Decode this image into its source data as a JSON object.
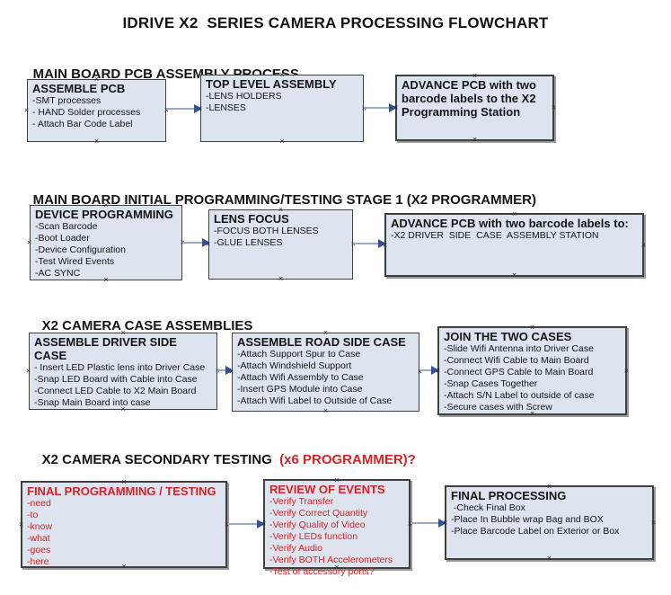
{
  "title": "IDRIVE X2  SERIES CAMERA PROCESSING FLOWCHART",
  "anchor_glyph": "×",
  "colors": {
    "box_fill": "#dde4f0",
    "box_border": "#3f3f3f",
    "arrow_line": "#95abc9",
    "arrow_head": "#31519b",
    "red": "#cf2525",
    "black": "#141414",
    "shadow": "#999999"
  },
  "sections": [
    {
      "heading": "MAIN BOARD PCB ASSEMBLY PROCESS",
      "boxes": [
        {
          "title": "ASSEMBLE PCB",
          "lines": [
            "-SMT processes",
            "- HAND Solder processes",
            "- Attach Bar Code Label"
          ]
        },
        {
          "title": "TOP LEVEL ASSEMBLY",
          "lines": [
            "-LENS HOLDERS",
            "-LENSES"
          ]
        },
        {
          "title": "ADVANCE PCB with two barcode labels to the X2 Programming Station",
          "lines": []
        }
      ]
    },
    {
      "heading": "MAIN BOARD INITIAL PROGRAMMING/TESTING STAGE 1 (X2 PROGRAMMER)",
      "boxes": [
        {
          "title": "DEVICE PROGRAMMING",
          "lines": [
            "-Scan Barcode",
            "-Boot Loader",
            "-Device Configuration",
            "-Test Wired Events",
            "-AC SYNC"
          ]
        },
        {
          "title": "LENS FOCUS",
          "lines": [
            "-FOCUS BOTH LENSES",
            "-GLUE LENSES"
          ]
        },
        {
          "title": "ADVANCE PCB with two barcode labels to:",
          "lines": [
            "-X2 DRIVER  SIDE  CASE  ASSEMBLY STATION"
          ]
        }
      ]
    },
    {
      "heading": "X2 CAMERA CASE ASSEMBLIES",
      "boxes": [
        {
          "title": "ASSEMBLE DRIVER SIDE CASE",
          "lines": [
            "- Insert LED Plastic lens into Driver Case",
            "-Snap LED Board with Cable into Case",
            "-Connect LED Cable to X2 Main Board",
            "-Snap Main Board into case"
          ]
        },
        {
          "title": "ASSEMBLE ROAD SIDE CASE",
          "lines": [
            "-Attach Support Spur to Case",
            "-Attach Windshield Support",
            "-Attach Wifi Assembly to Case",
            "-Insert GPS Module into Case",
            "-Attach Wifi Label to Outside of Case"
          ]
        },
        {
          "title": "JOIN THE TWO CASES",
          "lines": [
            "-Slide Wifi Antenna into Driver Case",
            "-Connect Wifi Cable to Main Board",
            "-Connect GPS Cable to Main Board",
            "-Snap Cases Together",
            "-Attach S/N Label to outside of case",
            "-Secure cases with Screw"
          ]
        }
      ]
    },
    {
      "heading": "X2 CAMERA SECONDARY TESTING ",
      "heading_red": " (x6 PROGRAMMER)?",
      "boxes": [
        {
          "title": "FINAL PROGRAMMING / TESTING",
          "lines": [
            "-need",
            "-to",
            "-know",
            "-what",
            "-goes",
            "-here"
          ]
        },
        {
          "title": "REVIEW OF EVENTS",
          "lines": [
            "-Verify Transfer",
            "-Verify Correct Quantity",
            "-Verify Quality of Video",
            "-Verify LEDs function",
            "-Verify Audio",
            "-Verify BOTH Accelerometers",
            "-Test of accessory ports?"
          ]
        },
        {
          "title": "FINAL PROCESSING",
          "lines": [
            " -Check Final Box",
            "-Place In Bubble wrap Bag and BOX",
            "-Place Barcode Label on Exterior or Box"
          ]
        }
      ]
    }
  ]
}
